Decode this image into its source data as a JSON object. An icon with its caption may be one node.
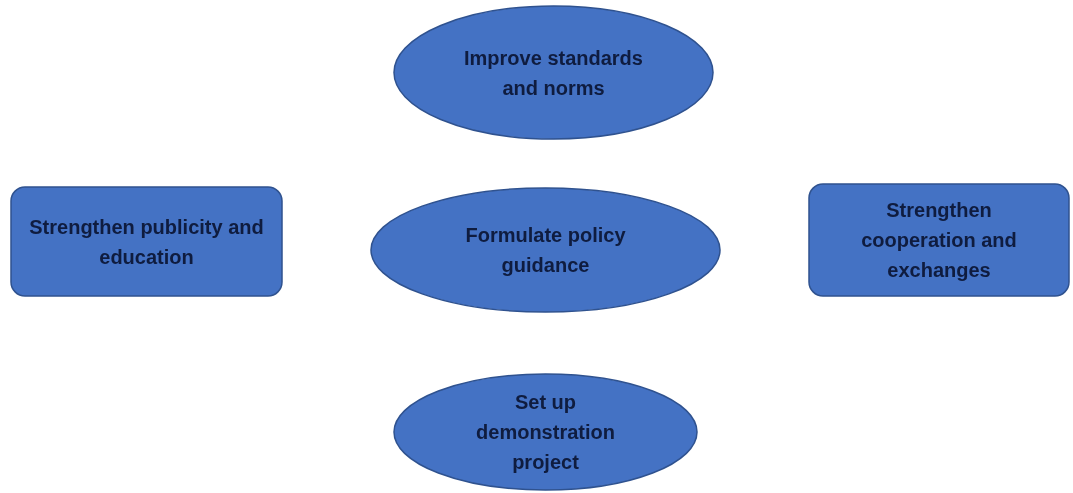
{
  "diagram": {
    "nodes": [
      {
        "text": [
          "Improve standards and norms"
        ]
      },
      {
        "text": [
          "Strengthen publicity and education"
        ]
      },
      {
        "text": [
          "Formulate policy guidance"
        ]
      },
      {
        "text": [
          "Strengthen cooperation and exchanges"
        ]
      },
      {
        "text": [
          "Set up demonstration project"
        ]
      }
    ]
  }
}
